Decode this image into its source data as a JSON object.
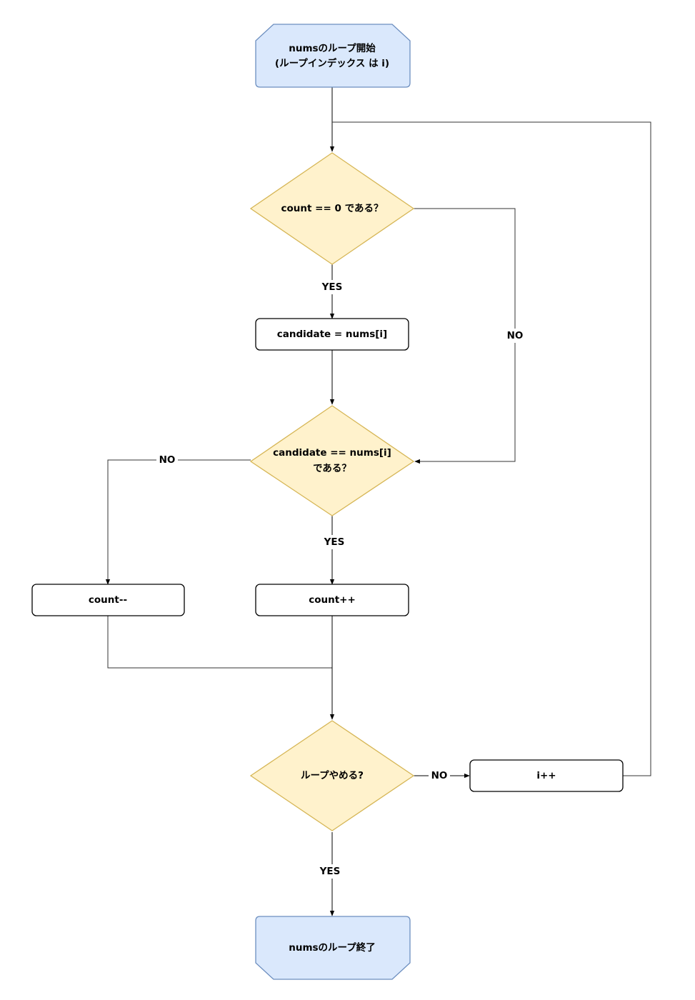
{
  "nodes": {
    "start": {
      "line1": "numsのループ開始",
      "line2": "(ループインデックス は i)"
    },
    "decision_count_zero": {
      "label": "count == 0 である？"
    },
    "candidate_assign": {
      "label": "candidate = nums[i]"
    },
    "decision_candidate_eq": {
      "line1": "candidate == nums[i]",
      "line2": "である？"
    },
    "count_decrement": {
      "label": "count--"
    },
    "count_increment": {
      "label": "count++"
    },
    "decision_stop_loop": {
      "label": "ループやめる?"
    },
    "i_increment": {
      "label": "i++"
    },
    "end": {
      "label": "numsのループ終了"
    }
  },
  "edge_labels": {
    "count_zero_yes": "YES",
    "count_zero_no": "NO",
    "candidate_eq_no": "NO",
    "candidate_eq_yes": "YES",
    "stop_loop_no": "NO",
    "stop_loop_yes": "YES"
  },
  "colors": {
    "terminal_fill": "#dae8fc",
    "terminal_stroke": "#6c8ebf",
    "decision_fill": "#fff2cc",
    "decision_stroke": "#d6b656",
    "process_fill": "#ffffff",
    "process_stroke": "#000000"
  }
}
